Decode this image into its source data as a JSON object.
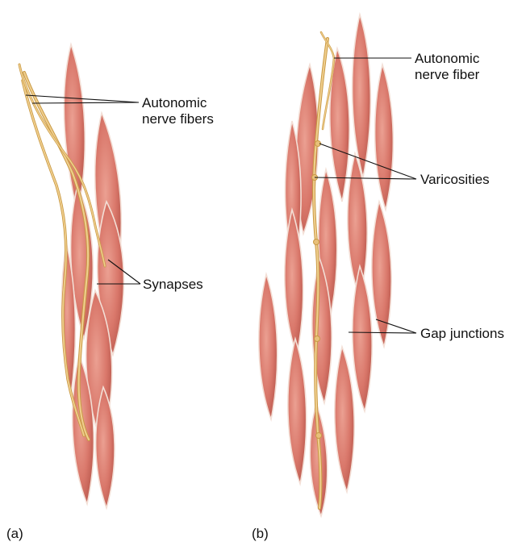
{
  "panel_a": {
    "caption": "(a)",
    "labels": {
      "nerve_fibers": [
        "Autonomic",
        "nerve fibers"
      ],
      "synapses": "Synapses"
    }
  },
  "panel_b": {
    "caption": "(b)",
    "labels": {
      "nerve_fiber": [
        "Autonomic",
        "nerve fiber"
      ],
      "varicosities": "Varicosities",
      "gap_junctions": "Gap junctions"
    }
  },
  "colors": {
    "muscle_fill": "#d9776a",
    "muscle_highlight": "#ec9e90",
    "muscle_shadow": "#b9554b",
    "nerve": "#e8c07a",
    "nerve_dark": "#c99a45"
  }
}
